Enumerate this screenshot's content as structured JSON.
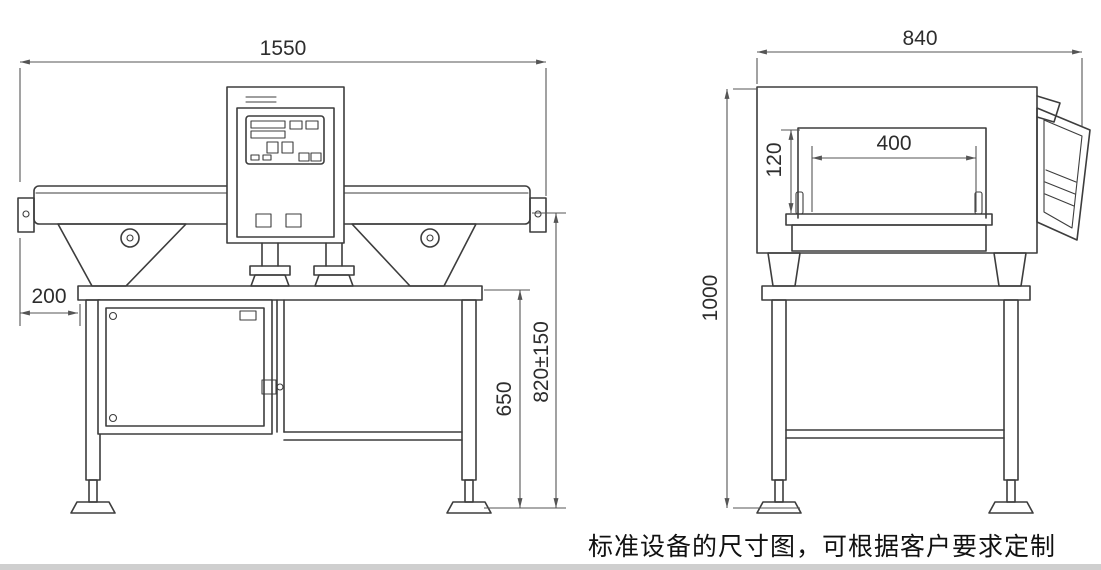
{
  "caption": "标准设备的尺寸图，可根据客户要求定制",
  "front_view": {
    "total_width": "1550",
    "infeed_offset": "200",
    "leg_height": "650",
    "belt_height": "820±150"
  },
  "side_view": {
    "total_depth": "840",
    "aperture_width": "400",
    "aperture_height": "120",
    "frame_height": "1000"
  }
}
